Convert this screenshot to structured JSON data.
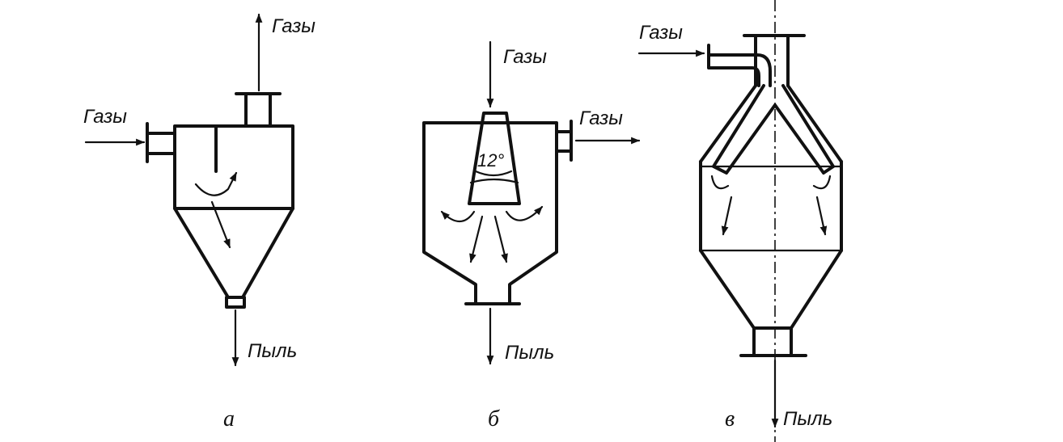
{
  "labels": {
    "gases": "Газы",
    "dust": "Пыль",
    "angle": "12°"
  },
  "captions": {
    "a": "а",
    "b": "б",
    "c": "в"
  },
  "colors": {
    "ink": "#111111",
    "background": "#ffffff"
  }
}
